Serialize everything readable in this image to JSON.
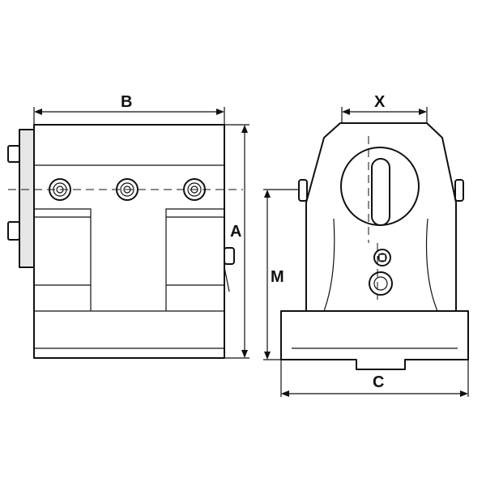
{
  "diagram": {
    "dimensions": {
      "B": "B",
      "A": "A",
      "X": "X",
      "M": "M",
      "C": "C"
    }
  }
}
